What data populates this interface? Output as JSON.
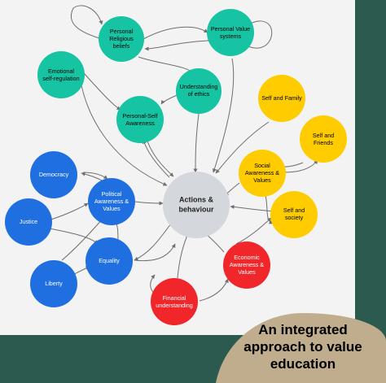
{
  "diagram": {
    "colors": {
      "background": "#2d5a4e",
      "canvas": "#f3f3f3",
      "teal": "#16c3a3",
      "yellow": "#ffcc00",
      "blue": "#1f6fe0",
      "red": "#f0262b",
      "center": "#d4d7db",
      "edge": "#6e6e6e",
      "caption": "#c0ad8d"
    },
    "center": {
      "label_line1": "Actions &",
      "label_line2": "behaviour"
    },
    "nodes": {
      "personal_religious_beliefs": {
        "lines": [
          "Personal",
          "Religious",
          "beliefs"
        ]
      },
      "personal_value_systems": {
        "lines": [
          "Personal Value",
          "systems"
        ]
      },
      "emotional_self_regulation": {
        "lines": [
          "Emotional",
          "self-regulation"
        ]
      },
      "understanding_of_ethics": {
        "lines": [
          "Understanding",
          "of ethics"
        ]
      },
      "personal_self_awareness": {
        "lines": [
          "Personal-Self",
          "Awareness"
        ]
      },
      "self_and_family": {
        "lines": [
          "Self and Family"
        ]
      },
      "self_and_friends": {
        "lines": [
          "Self and",
          "Friends"
        ]
      },
      "social_awareness_values": {
        "lines": [
          "Social",
          "Awareness &",
          "Values"
        ]
      },
      "self_and_society": {
        "lines": [
          "Self and",
          "society"
        ]
      },
      "democracy": {
        "lines": [
          "Democracy"
        ]
      },
      "political_awareness_values": {
        "lines": [
          "Political",
          "Awareness  &",
          "Values"
        ]
      },
      "justice": {
        "lines": [
          "Justice"
        ]
      },
      "equality": {
        "lines": [
          "Equality"
        ]
      },
      "liberty": {
        "lines": [
          "Liberty"
        ]
      },
      "economic_awareness_values": {
        "lines": [
          "Economic",
          "Awareness &",
          "Values"
        ]
      },
      "financial_understanding": {
        "lines": [
          "Financial",
          "understanding"
        ]
      }
    },
    "caption": {
      "line1": "An integrated",
      "line2": "approach to value",
      "line3": "education"
    }
  }
}
